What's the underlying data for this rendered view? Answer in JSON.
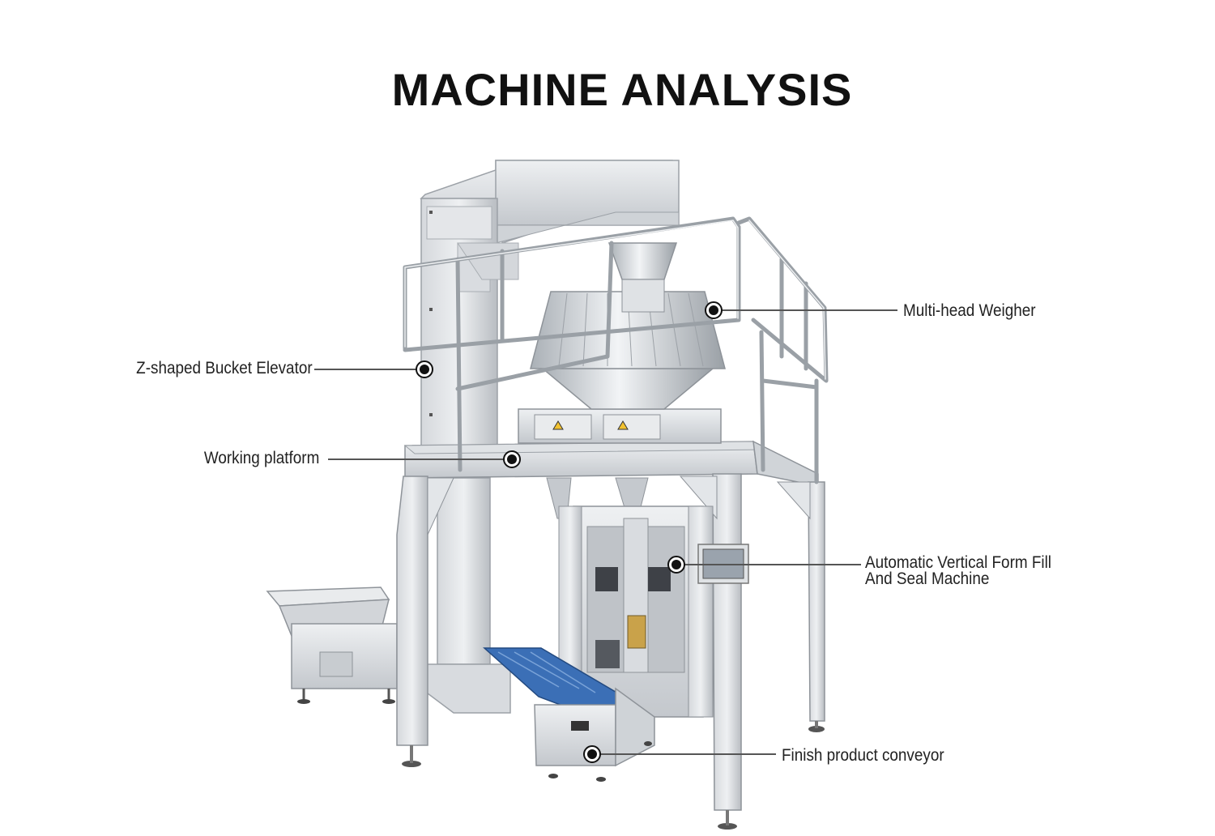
{
  "title": "MACHINE ANALYSIS",
  "callouts": {
    "bucket_elevator": "Z-shaped Bucket Elevator",
    "working_platform": "Working platform",
    "multihead_weigher": "Multi-head Weigher",
    "vffs_line1": "Automatic Vertical Form Fill",
    "vffs_line2": "And Seal Machine",
    "finish_conveyor": "Finish product conveyor"
  },
  "colors": {
    "steel_light": "#e6e8ea",
    "steel_mid": "#c9ccd0",
    "steel_dark": "#8e9399",
    "belt_blue": "#3b6fb6",
    "line": "#555555"
  }
}
